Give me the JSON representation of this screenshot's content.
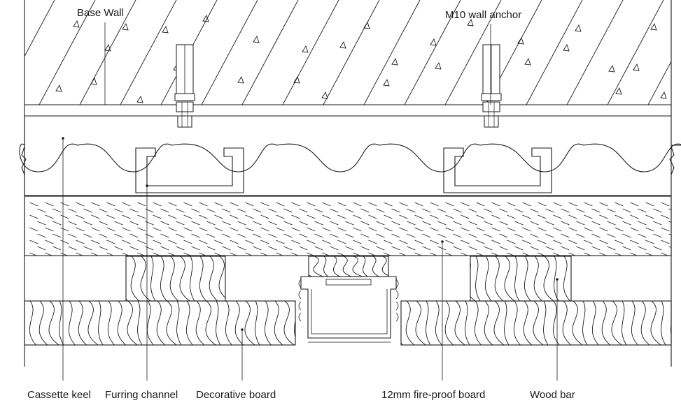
{
  "diagram": {
    "type": "construction-section",
    "line_color": "#1a1a1a",
    "background": "#ffffff",
    "labels": {
      "base_wall": "Base Wall",
      "wall_anchor": "M10 wall anchor",
      "cassette_keel": "Cassette keel",
      "furring_channel": "Furring channel",
      "decorative_board": "Decorative board",
      "fire_proof_board": "12mm fire-proof board",
      "wood_bar": "Wood bar"
    },
    "icons": {
      "anchor": "wall-anchor-bolt-icon",
      "furring": "c-channel-icon"
    }
  }
}
